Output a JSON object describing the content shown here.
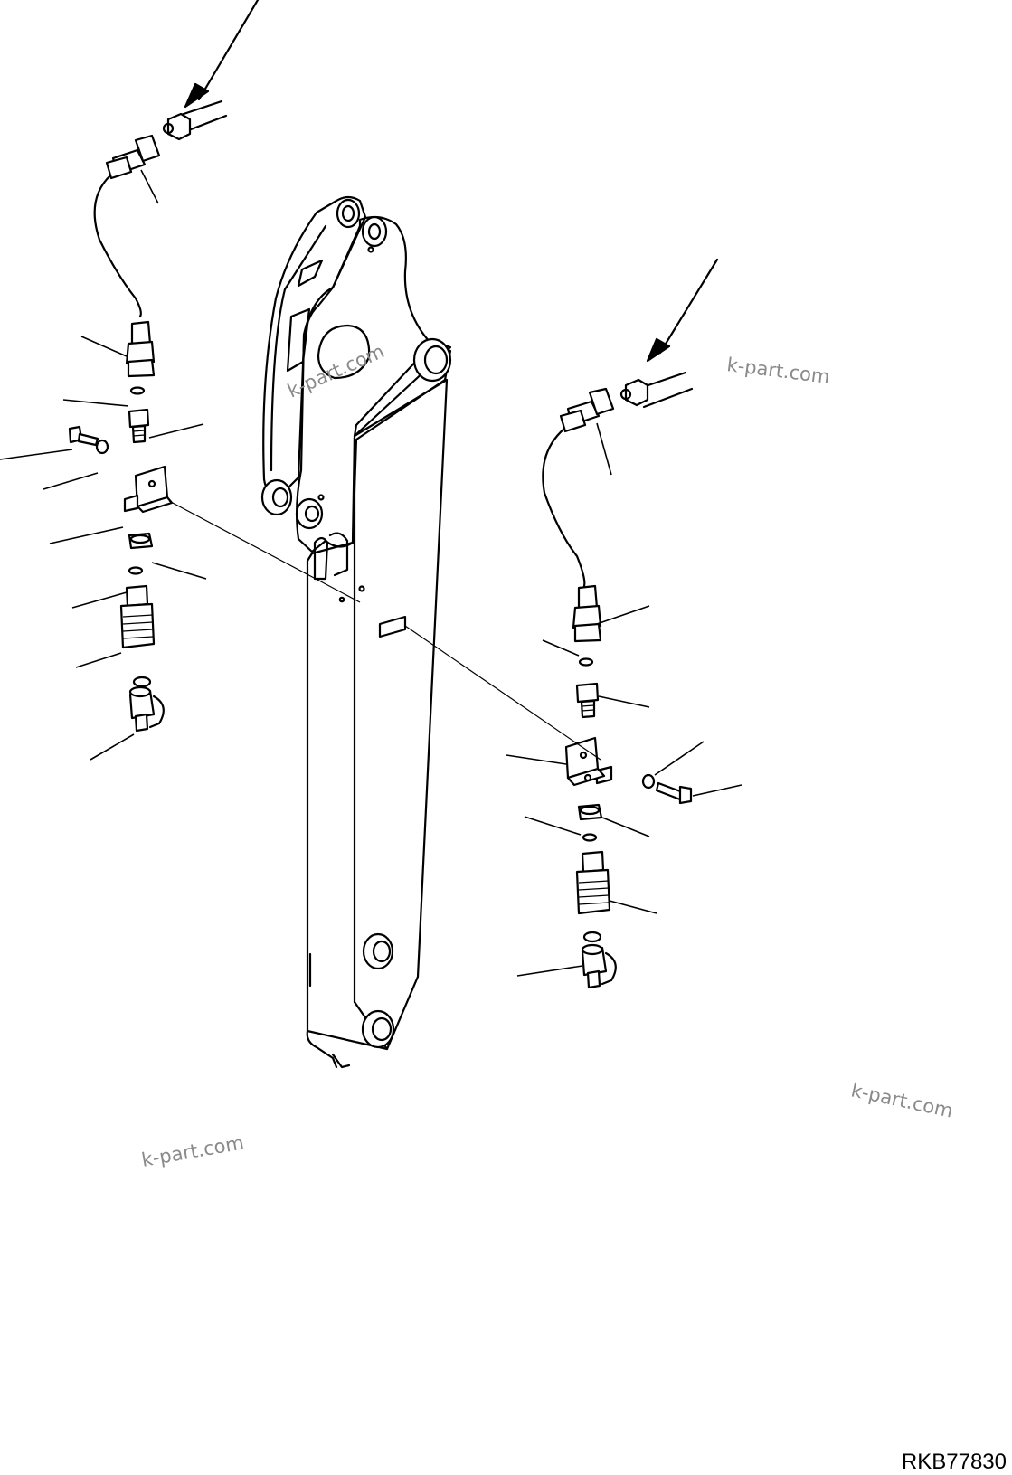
{
  "drawing": {
    "code": "RKB77830",
    "watermarks": [
      "k-part.com",
      "k-part.com",
      "k-part.com",
      "k-part.com"
    ]
  }
}
